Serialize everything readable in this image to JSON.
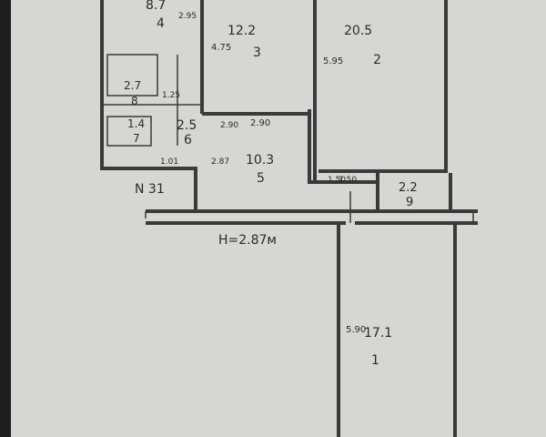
{
  "plan": {
    "apartment_number": "N 31",
    "ceiling_height": "H=2.87м",
    "rooms": [
      {
        "id": "1",
        "area": "17.1",
        "dim": "5.90"
      },
      {
        "id": "2",
        "area": "20.5",
        "dim": "5.95"
      },
      {
        "id": "3",
        "area": "12.2",
        "dim": "4.75"
      },
      {
        "id": "4",
        "area": "8.7",
        "dim": "2.95"
      },
      {
        "id": "5",
        "area": "10.3",
        "dim": "2.90"
      },
      {
        "id": "6",
        "area": "2.5",
        "dim": "1.25"
      },
      {
        "id": "7",
        "area": "1.4",
        "dim": ""
      },
      {
        "id": "8",
        "area": "2.7",
        "dim": ""
      },
      {
        "id": "9",
        "area": "2.2",
        "dim": "1.50"
      }
    ],
    "other_dims": [
      "2.90",
      "2.87",
      "1.01",
      "1.50"
    ]
  },
  "colors": {
    "paper": "#dcdcda",
    "line": "#3a3a3a",
    "bg": "#1a1a1a"
  }
}
